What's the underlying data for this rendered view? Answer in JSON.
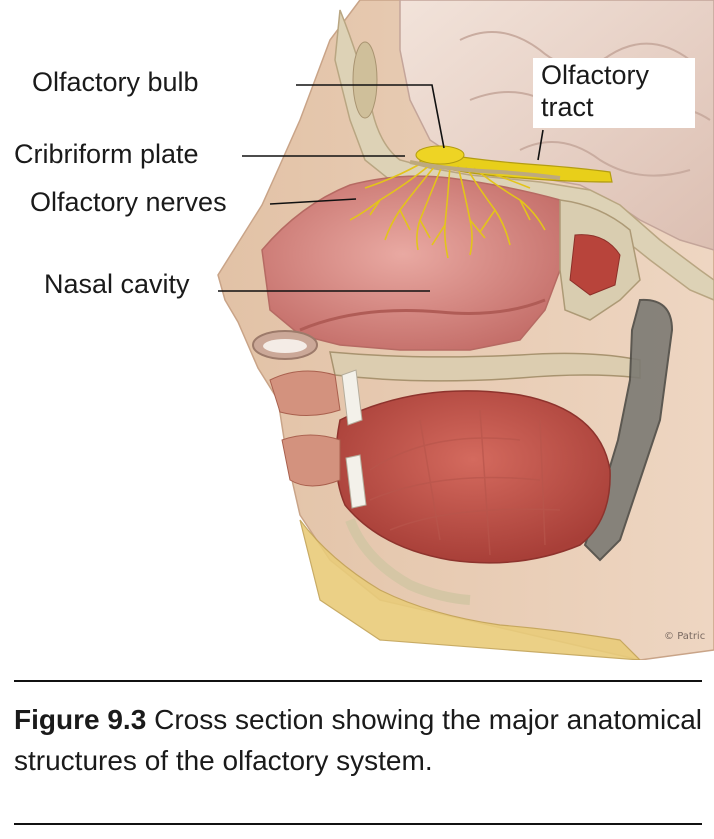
{
  "labels": {
    "olfactory_bulb": "Olfactory bulb",
    "cribriform_plate": "Cribriform plate",
    "olfactory_nerves": "Olfactory nerves",
    "nasal_cavity": "Nasal cavity",
    "olfactory_tract": "Olfactory tract"
  },
  "caption": {
    "figure_number": "Figure 9.3",
    "text": "Cross section showing the major anatomical structures of the olfactory system."
  },
  "credit": "Patric",
  "colors": {
    "skin": "#e7c7ae",
    "bone": "#ddd2b6",
    "brain": "#ead7cd",
    "nasal_mucosa": "#d68a84",
    "muscle": "#c2524a",
    "nerve": "#e8cf1a"
  }
}
